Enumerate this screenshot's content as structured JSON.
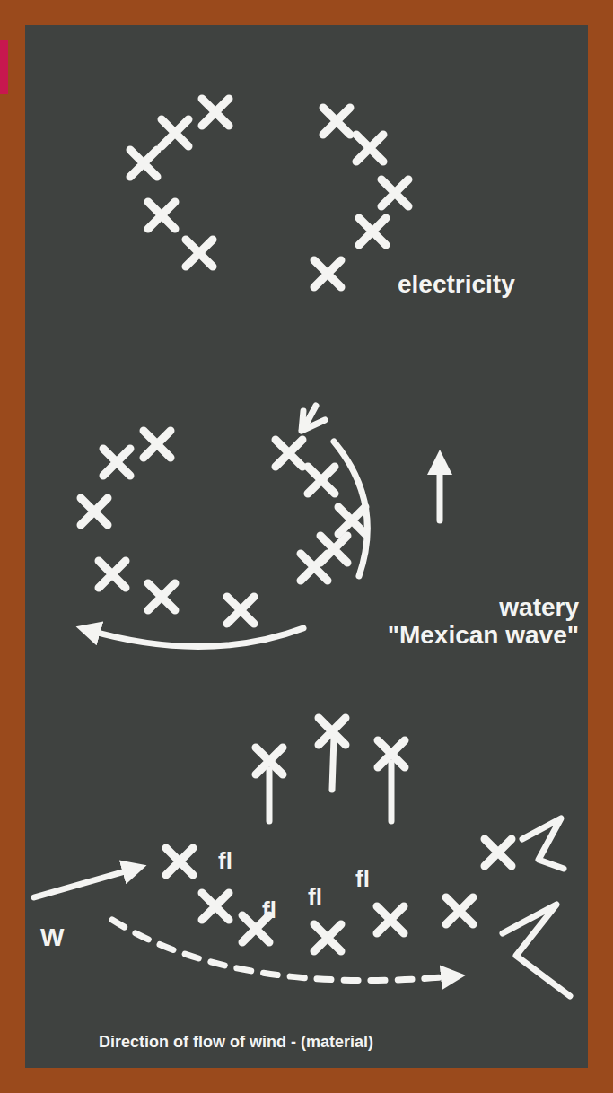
{
  "diagram": {
    "labels": [
      "electricity",
      "watery \"Mexican wave\"",
      "fl",
      "fl",
      "fl",
      "fl",
      "W",
      "Direction of flow of wind - (material)"
    ]
  }
}
